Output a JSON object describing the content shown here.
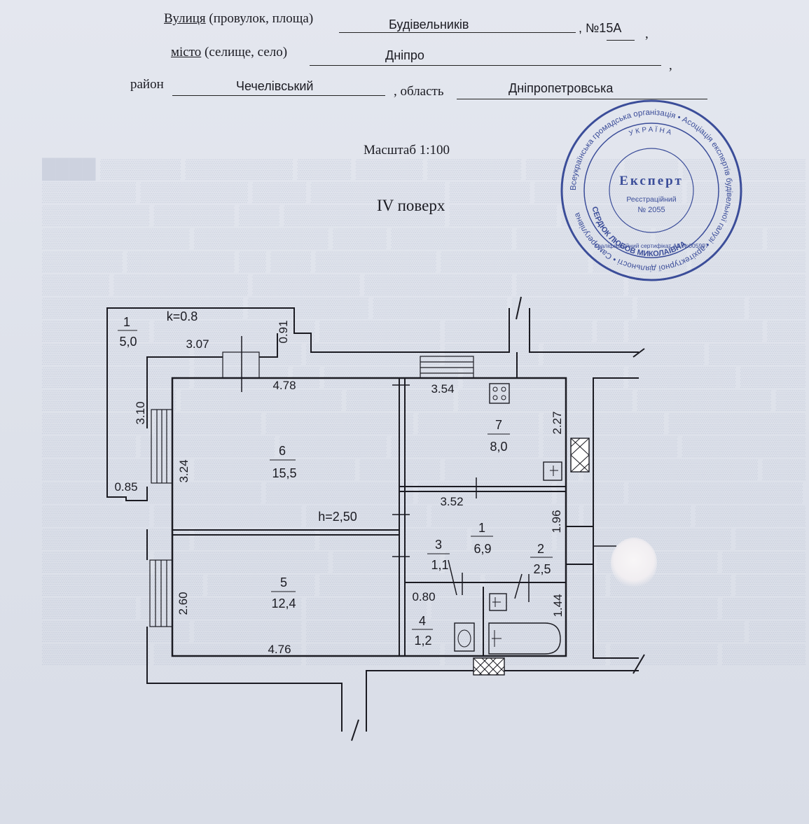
{
  "header": {
    "street_label": "Вулиця",
    "street_label_rest": "(провулок, площа)",
    "street_value": "Будівельників",
    "house_number": ", №15А",
    "city_label": "місто",
    "city_label_rest": "(селище, село)",
    "city_value": "Дніпро",
    "district_label": "район",
    "district_value": "Чечелівський",
    "oblast_label": ", область",
    "oblast_value": "Дніпропетровська"
  },
  "scale": "Масштаб 1:100",
  "floor": "IV поверх",
  "stamp": {
    "country": "УКРАЇНА",
    "title": "Експерт",
    "reg_label": "Реєстраційний",
    "reg_number": "№ 2055",
    "name": "СЕРДЮК ЛЮБОВ МИКОЛАЇВНА",
    "cert": "Кваліфікаційний сертифікат АБ №005997",
    "ring_text": "Всеукраїнська громадська організація • Асоціація експертів будівельної галузі • архітектурної діяльності • Саморегулівна"
  },
  "plan": {
    "height": "h=2,50",
    "k": "k=0.8",
    "rooms": [
      {
        "number": "1",
        "area": "5,0"
      },
      {
        "number": "6",
        "area": "15,5"
      },
      {
        "number": "7",
        "area": "8,0"
      },
      {
        "number": "1",
        "area": "6,9"
      },
      {
        "number": "3",
        "area": "1,1"
      },
      {
        "number": "2",
        "area": "2,5"
      },
      {
        "number": "5",
        "area": "12,4"
      },
      {
        "number": "4",
        "area": "1,2"
      }
    ],
    "dims": [
      "3.07",
      "0.91",
      "4.78",
      "3.54",
      "2.27",
      "3.10",
      "3.24",
      "0.85",
      "3.52",
      "1.96",
      "0.80",
      "1.44",
      "2.60",
      "4.76"
    ]
  },
  "colors": {
    "paper": "#dfe3ec",
    "stamp": "#3b4d99",
    "ink": "#1b1b22"
  }
}
